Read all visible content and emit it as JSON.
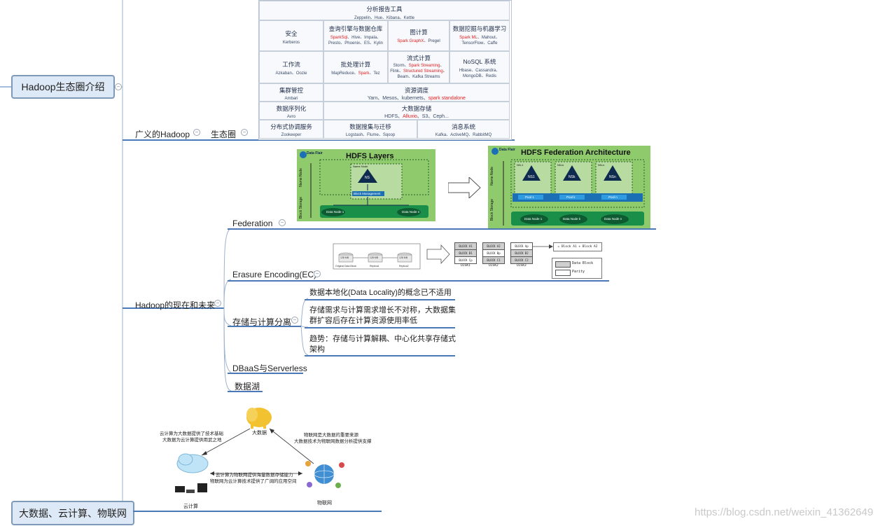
{
  "mindmap": {
    "root1": "Hadoop生态圈介绍",
    "root2": "大数据、云计算、物联网",
    "branch_broad": "广义的Hadoop",
    "branch_eco": "生态圈",
    "branch_future": "Hadoop的现在和未来",
    "federation": "Federation",
    "erasure": "Erasure Encoding(EC)",
    "separation": "存储与计算分离",
    "dbaas": "DBaaS与Serverless",
    "datalake": "数据湖",
    "separation_points": [
      "数据本地化(Data Locality)的概念已不适用",
      "存储需求与计算需求增长不对称，大数据集群扩容后存在计算资源使用率低",
      "趋势：存储与计算解耦、中心化共享存储式架构"
    ]
  },
  "eco_table": {
    "analysis": {
      "title": "分析报告工具",
      "items": "Zeppelin、Hue、Kibana、Kettle"
    },
    "security": {
      "title": "安全",
      "items": "Kerberos"
    },
    "query": {
      "title": "查询引擎与数据仓库",
      "items_red": "SparkSql",
      "items1": "、Hive、Impala、",
      "items2": "Presto、Phoenix、ES、Kylin"
    },
    "graph": {
      "title": "图计算",
      "items_red": "Spark GraphX",
      "items": "、Pregel"
    },
    "mining": {
      "title": "数据挖掘与机器学习",
      "items_red": "Spark ML",
      "items1": "、Mahout、",
      "items2": "TensorFlow、Caffe"
    },
    "workflow": {
      "title": "工作流",
      "items": "Azkaban、Oozie"
    },
    "batch": {
      "title": "批处理计算",
      "items1": "MapReduce、",
      "items_red": "Spark",
      "items2": "、Tez"
    },
    "stream": {
      "title": "流式计算",
      "line1a": "Storm、",
      "line1red": "Spark Streaming",
      "line1b": "、",
      "line2a": "Flink、",
      "line2red": "Structured Streaming",
      "line2b": "、",
      "line3": "Beam、Kafka Streams"
    },
    "nosql": {
      "title": "NoSQL 系统",
      "items1": "Hbase、Cassandra、",
      "items2": "MongoDB、Redis"
    },
    "cluster": {
      "title": "集群管控",
      "items": "Ambari"
    },
    "resource": {
      "title": "资源调度",
      "items": "Yarn、Mesos、kubernets、",
      "items_red": "spark standalone"
    },
    "serialize": {
      "title": "数据序列化",
      "items": "Avro"
    },
    "storage": {
      "title": "大数据存储",
      "items1": "HDFS、",
      "items_red": "Alluxio",
      "items2": "、S3、Ceph..."
    },
    "coord": {
      "title": "分布式协调服务",
      "items": "Zookeeper"
    },
    "collect": {
      "title": "数据搜集与迁移",
      "items": "Logstash、Flume、Sqoop"
    },
    "mq": {
      "title": "消息系统",
      "items": "Kafka、ActiveMQ、RabbitMQ"
    }
  },
  "hdfs_layers": {
    "title": "HDFS Layers",
    "name_node": "Name Node",
    "block_storage": "Block Storage",
    "ns_header": "Name Node",
    "ns": "NS",
    "block_mgmt": "Block Management",
    "dn1": "Data Node 1",
    "dnn": "Data Node n",
    "logo": "Data Flair"
  },
  "hdfs_fed": {
    "title": "HDFS Federation Architecture",
    "name_node": "Name Node",
    "block_storage": "Block Storage",
    "ns_labels": [
      "NN-1",
      "NN-k",
      "NN-n"
    ],
    "ns": [
      "NS1",
      "NSk",
      "NSn"
    ],
    "pools": [
      "Pool 1",
      "Pool k",
      "Pool n"
    ],
    "dns": [
      "Data Node 1",
      "Data Node k",
      "Data Node n"
    ],
    "logo": "Data Flair"
  },
  "ec": {
    "file_label": "Original Data Block",
    "replica_labels": [
      "Replica1",
      "Replica2"
    ],
    "size": "128 MB",
    "disks": [
      "DISK1",
      "DISK2",
      "DISK3"
    ],
    "disk1": [
      "BLOCK A1",
      "BLOCK B1",
      "BLOCK Cp"
    ],
    "disk2": [
      "BLOCK A2",
      "BLOCK Bp",
      "BLOCK C1"
    ],
    "disk3": [
      "BLOCK Ap",
      "BLOCK B2",
      "BLOCK C2"
    ],
    "formula": "= Block A1 + Block A2",
    "legend_data": "Data Block",
    "legend_parity": "Parity"
  },
  "triangle": {
    "bigdata": "大数据",
    "cloud": "云计算",
    "iot": "物联网",
    "left1": "云计算为大数据提供了技术基础",
    "left2": "大数据为云计算提供用武之地",
    "right1": "物联网是大数据的重要来源",
    "right2": "大数据技术为物联网数据分析提供支撑",
    "bottom1": "云计算为物联网提供海量数据存储能力",
    "bottom2": "物联网为云计算技术提供了广阔的应用空间"
  },
  "watermark": "https://blog.csdn.net/weixin_41362649",
  "colors": {
    "accent": "#4b79b8",
    "root_bg": "#dde9f6",
    "green": "#8fca6c",
    "dark_navy": "#0e2a4f",
    "red": "#e02020"
  }
}
